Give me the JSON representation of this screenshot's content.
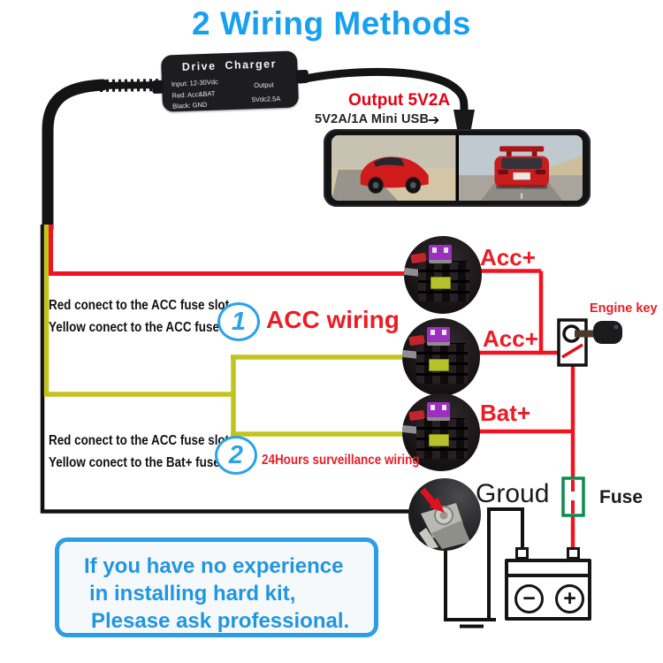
{
  "title": "2 Wiring Methods",
  "charger": {
    "title": "Drive Charger",
    "specs": [
      "Input: 12-30Vdc",
      "Red: Acc&BAT",
      "Black: GND"
    ],
    "output_label": "Output",
    "output_value": "5Vdc2.5A"
  },
  "output_callout": {
    "title": "Output 5V2A",
    "subtitle": "5V2A/1A Mini USB",
    "arrow": "➔"
  },
  "labels": {
    "acc_top": "Acc+",
    "acc_mid": "Acc+",
    "bat": "Bat+",
    "engine_key": "Engine key",
    "ground": "Groud",
    "fuse": "Fuse"
  },
  "methods": [
    {
      "num": "1",
      "line1": "Red conect to the ACC fuse slot",
      "line2": "Yellow conect to the ACC fuse slot",
      "name": "ACC wiring"
    },
    {
      "num": "2",
      "line1": "Red conect to the ACC fuse slot",
      "line2": "Yellow conect to the Bat+ fuse slot",
      "name": "24Hours surveillance wiring"
    }
  ],
  "battery": {
    "minus": "−",
    "plus": "+"
  },
  "notice": {
    "line1": "If you have no experience",
    "line2": "in installing hard kit,",
    "line3": "Plesase ask professional."
  },
  "colors": {
    "accent_blue": "#18a0f0",
    "label_red": "#ed1c24",
    "wire_red": "#f21320",
    "wire_yellow": "#c2c41d",
    "wire_black": "#141414",
    "fuse_green": "#0d8c4e",
    "notice_blue": "#2a9fe8"
  }
}
